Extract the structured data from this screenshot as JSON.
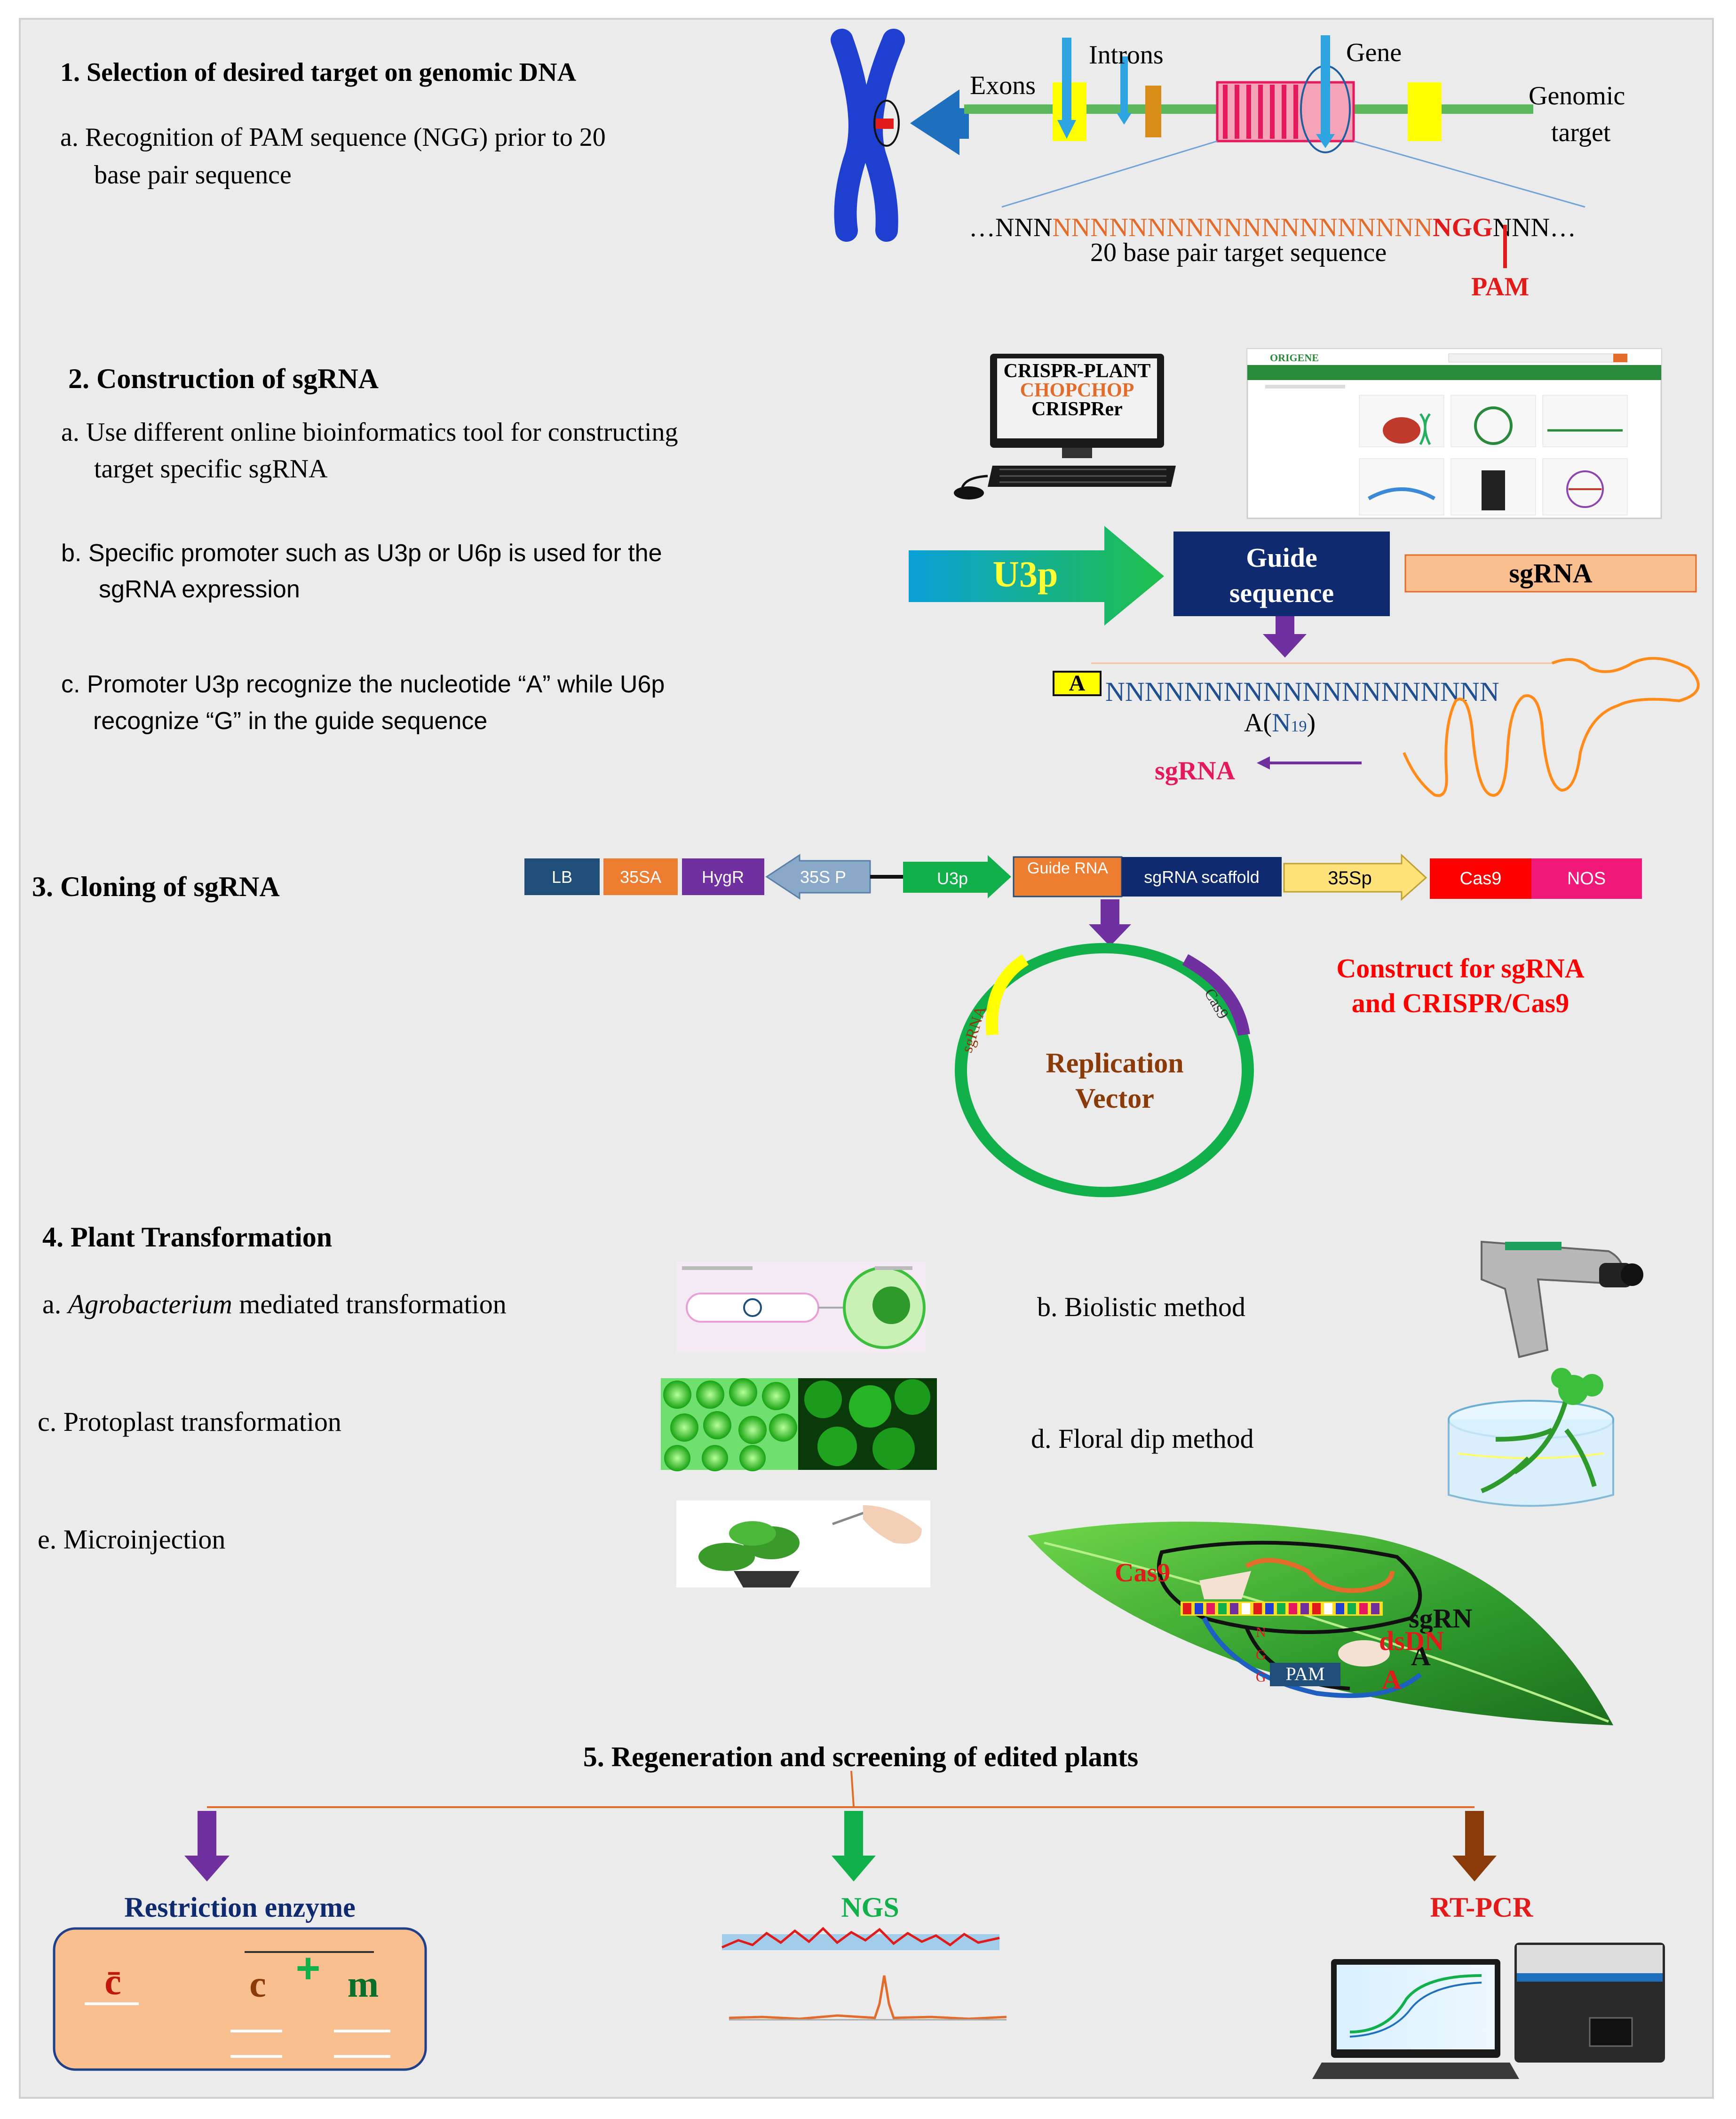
{
  "steps": {
    "s1": {
      "title": "1. Selection of desired target on genomic DNA",
      "a_line1": "a. Recognition of PAM sequence (NGG) prior to 20",
      "a_line2": "base pair sequence"
    },
    "s2": {
      "title": "2. Construction of sgRNA",
      "a_line1": "a. Use different online bioinformatics tool for constructing",
      "a_line2": "target specific sgRNA",
      "b_line1": "b. Specific promoter such as U3p or U6p is used for the",
      "b_line2": "sgRNA expression",
      "c_line1": "c. Promoter U3p recognize the nucleotide “A” while U6p",
      "c_line2": "recognize “G” in the guide sequence"
    },
    "s3": {
      "title": "3. Cloning of sgRNA"
    },
    "s4": {
      "title": "4. Plant Transformation",
      "a_italic": "Agrobacterium",
      "a_prefix": "a. ",
      "a_suffix": " mediated transformation",
      "b": "b. Biolistic method",
      "c": "c. Protoplast transformation",
      "d": "d. Floral dip method",
      "e": "e. Microinjection"
    },
    "s5": {
      "title": "5. Regeneration and screening of edited plants"
    }
  },
  "gene_diagram": {
    "labels": {
      "exons": "Exons",
      "introns": "Introns",
      "gene": "Gene",
      "genomic_target_1": "Genomic",
      "genomic_target_2": "target"
    },
    "sequence": {
      "prefix": "…NNN",
      "target": "NNNNNNNNNNNNNNNNNNNN",
      "pam": "NGG",
      "suffix": "NNN…",
      "caption": "20 base pair target sequence",
      "pam_label": "PAM"
    }
  },
  "tools": {
    "computer_line1": "CRISPR-PLANT",
    "computer_line2": "CHOPCHOP",
    "computer_line3": "CRISPRer",
    "website_logo": "ORIGENE"
  },
  "sgrna_design": {
    "promoter": "U3p",
    "guide_line1": "Guide",
    "guide_line2": "sequence",
    "sgrna_box": "sgRNA",
    "a_box": "A",
    "guide_seq": "NNNNNNNNNNNNNNNNNNNN",
    "formula_a": "A(",
    "formula_n": "N",
    "formula_sub": "19",
    "formula_close": ")",
    "sgrna_label": "sgRNA"
  },
  "construct": {
    "segments": [
      "LB",
      "35SA",
      "HygR",
      "35S P",
      "U3p",
      "Guide RNA",
      "sgRNA scaffold",
      "35Sp",
      "Cas9",
      "NOS"
    ],
    "caption_line1": "Construct for sgRNA",
    "caption_line2": "and CRISPR/Cas9",
    "vector_line1": "Replication",
    "vector_line2": "Vector",
    "vector_sgrna": "sgRNA",
    "vector_cas9": "Cas9"
  },
  "leaf": {
    "cas9": "Cas9",
    "sgrna": "sgRN",
    "sgrna_a": "A",
    "dsdna": "dsDN",
    "dsdna_a": "A",
    "pam": "PAM",
    "ngg_n": "N",
    "ngg_g1": "G",
    "ngg_g2": "G"
  },
  "screening": {
    "restriction": "Restriction enzyme",
    "ngs": "NGS",
    "rtpcr": "RT-PCR",
    "gel_c1": "c̄",
    "gel_c2": "c",
    "gel_plus": "+",
    "gel_m": "m"
  },
  "colors": {
    "panel": "#ebebeb",
    "dna_green": "#5cb85c",
    "chrom_blue": "#1f3fd1",
    "arrow_blue": "#1f6fbf",
    "exon_yellow": "#ffff00",
    "pam_red": "#e11a1a",
    "target_orange": "#e46c2a",
    "guide_navy": "#0f2a6e",
    "purple": "#7030a0",
    "green_arrow": "#12b04a",
    "brown": "#8b3a0a",
    "salmon": "#fabf8f"
  }
}
